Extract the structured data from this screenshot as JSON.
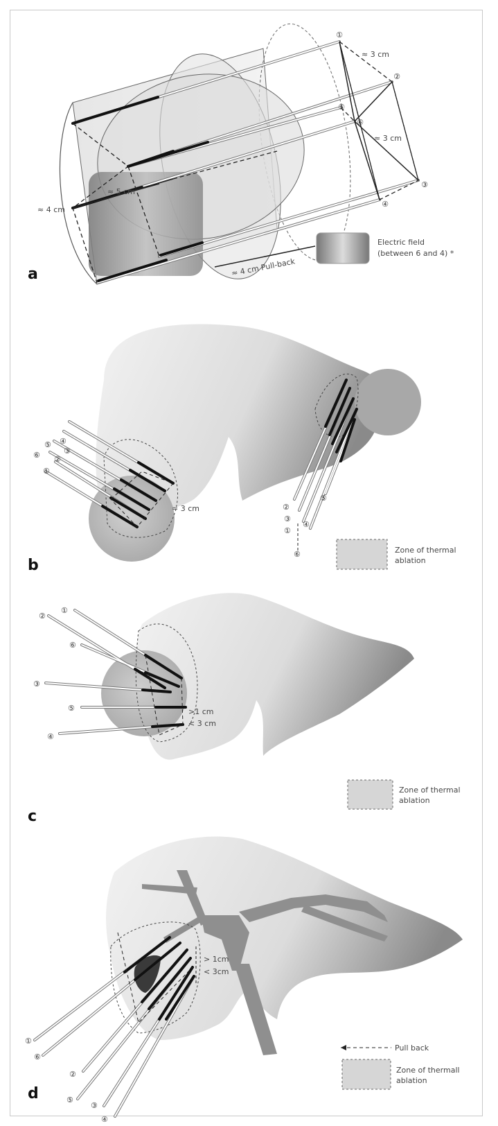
{
  "panels": {
    "a": {
      "letter": "a",
      "dim_3cm_top": "≈ 3 cm",
      "dim_3cm_side": "≈ 3 cm",
      "dim_4cm": "≈ 4 cm",
      "dim_5cm": "≈ 5 cm",
      "pullback": "≈ 4 cm Pull-back",
      "legend_line1": "Electric field",
      "legend_line2": "(between 6 and 4) *",
      "needle_numbers": [
        "①",
        "②",
        "③",
        "④",
        "⑤",
        "⑥"
      ]
    },
    "b": {
      "letter": "b",
      "dim_3cm": "≈ 3 cm",
      "legend_line1": "Zone of thermal",
      "legend_line2": "ablation",
      "needle_numbers": [
        "①",
        "②",
        "③",
        "④",
        "⑤",
        "⑥"
      ]
    },
    "c": {
      "letter": "c",
      "dim_gt": ">1 cm",
      "dim_lt": "< 3 cm",
      "legend_line1": "Zone of thermal",
      "legend_line2": "ablation",
      "needle_numbers": [
        "①",
        "②",
        "③",
        "④",
        "⑤",
        "⑥"
      ]
    },
    "d": {
      "letter": "d",
      "dim_gt": "> 1cm",
      "dim_lt": "< 3cm",
      "pullback_label": "Pull back",
      "legend_line1": "Zone of thermall",
      "legend_line2": "ablation",
      "needle_numbers": [
        "①",
        "②",
        "③",
        "④",
        "⑤",
        "⑥"
      ]
    }
  },
  "colors": {
    "liver_light": "#eeeeee",
    "liver_dark": "#9a9a9a",
    "needle": "#222222",
    "ablation_zone": "#d4d4d4"
  }
}
